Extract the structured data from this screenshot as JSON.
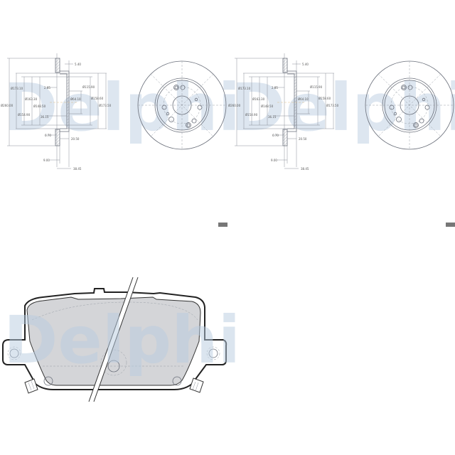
{
  "watermark": "Delphi",
  "disc_labels": {
    "outer_dia": "Ø260.00",
    "d1": "Ø173.10",
    "d2": "Ø163.30",
    "d3": "Ø148.50",
    "d4": "Ø154.90",
    "t1": "2.85",
    "t2": "5.40",
    "d5": "Ø115.90",
    "center_bore": "Ø64.10",
    "d6": "Ø158.60",
    "d7": "Ø173.50",
    "h1": "36.15",
    "t3": "6.70",
    "t4": "20.50",
    "t5": "9.00",
    "height": "38.45"
  },
  "colors": {
    "line": "#6a6f7a",
    "pad_fill": "#c9cbce",
    "marker": "#777777",
    "watermark": "#dde6f0"
  }
}
